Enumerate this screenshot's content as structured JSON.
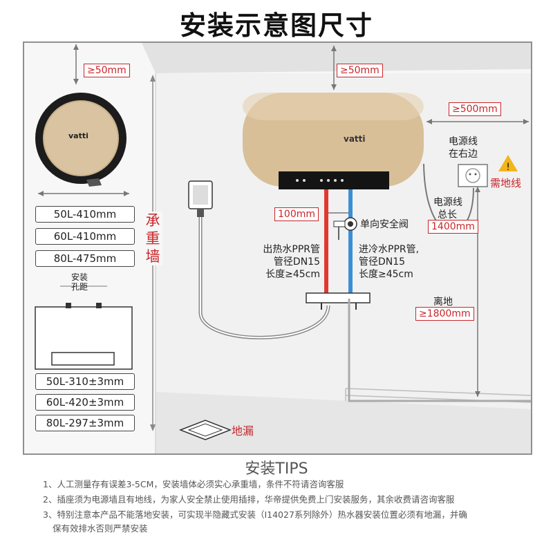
{
  "title": "安装示意图尺寸",
  "dimensions": {
    "top_clearance_side": "≥50mm",
    "top_clearance_front": "≥50mm",
    "side_clearance": "≥500mm",
    "pipe_spacing": "100mm",
    "cord_length_value": "1400mm",
    "floor_height_value": "≥1800mm"
  },
  "labels": {
    "load_wall": "承重墙",
    "power_side_line1": "电源线",
    "power_side_line2": "在右边",
    "ground_required": "需地线",
    "cord_length_line1": "电源线",
    "cord_length_line2": "总长",
    "check_valve": "单向安全阀",
    "hot_pipe_line1": "出热水PPR管",
    "hot_pipe_line2": "管径DN15",
    "hot_pipe_line3": "长度≥45cm",
    "cold_pipe_line1": "进冷水PPR管,",
    "cold_pipe_line2": "管径DN15",
    "cold_pipe_line3": "长度≥45cm",
    "floor_height": "离地",
    "floor_drain": "地漏",
    "install_hole_line1": "安装",
    "install_hole_line2": "孔距",
    "brand": "vatti",
    "panel_brand": "vatti"
  },
  "diameter_specs": [
    "50L-410mm",
    "60L-410mm",
    "80L-475mm"
  ],
  "hole_specs": [
    "50L-310±3mm",
    "60L-420±3mm",
    "80L-297±3mm"
  ],
  "tips": {
    "title": "安装TIPS",
    "items": [
      "1、人工测量存有误差3-5CM，安装墙体必须实心承重墙，条件不符请咨询客服",
      "2、插座须为电源墙且有地线，为家人安全禁止使用插排，华帝提供免费上门安装服务，其余收费请咨询客服",
      "3、特别注意本产品不能落地安装，可实现半隐藏式安装（I14027系列除外）热水器安装位置必须有地漏，并确",
      "保有效排水否则严禁安装"
    ]
  },
  "colors": {
    "accent_red": "#c8262a",
    "heater_gold": "#d8bf98",
    "hot_pipe": "#e03a2e",
    "cold_pipe": "#3b8fd6",
    "warning_yellow": "#f2b51c"
  }
}
